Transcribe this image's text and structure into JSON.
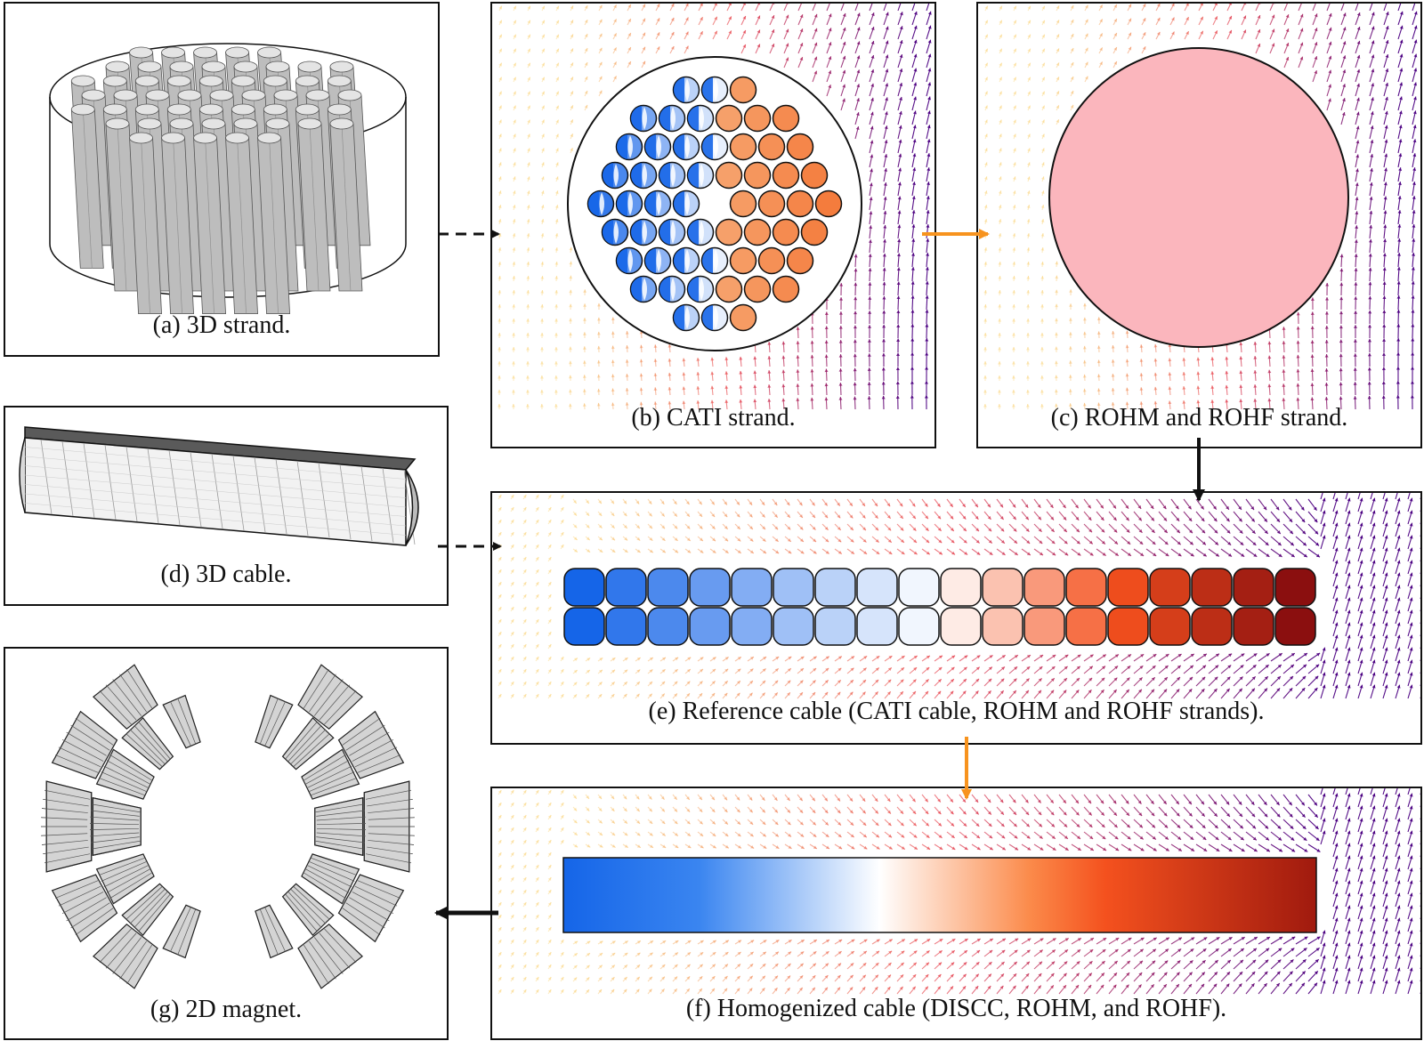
{
  "panels": {
    "a": {
      "caption": "(a) 3D strand."
    },
    "b": {
      "caption": "(b) CATI strand."
    },
    "c": {
      "caption": "(c) ROHM and ROHF strand."
    },
    "d": {
      "caption": "(d) 3D cable."
    },
    "e": {
      "caption": "(e) Reference cable (CATI cable, ROHM and ROHF strands)."
    },
    "f": {
      "caption": "(f) Homogenized cable (DISCC, ROHM, and ROHF)."
    },
    "g": {
      "caption": "(g) 2D magnet."
    }
  },
  "colors": {
    "frame": "#111111",
    "orange_arrow": "#f7931e",
    "black_arrow": "#111111",
    "blue": "#1565e8",
    "red": "#8b0f0f",
    "pink": "#fbb6bd",
    "mesh_gray": "#c8c8c8"
  }
}
